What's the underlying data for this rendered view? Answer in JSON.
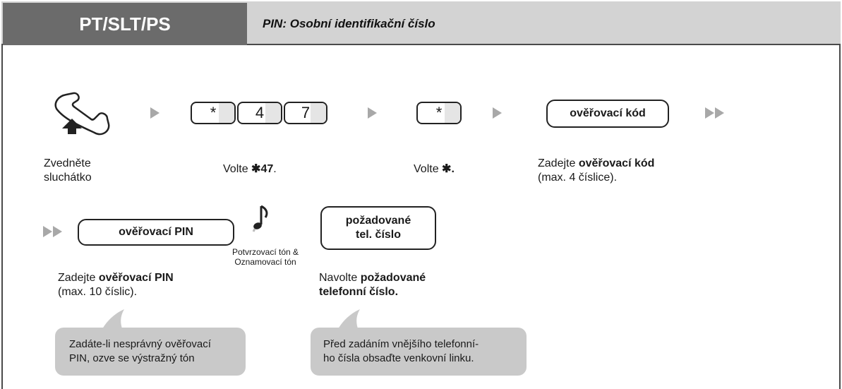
{
  "header": {
    "tab_label": "PT/SLT/PS",
    "subtitle": "PIN: Osobní identifikační číslo"
  },
  "step1": {
    "label": "Zvedněte\nsluchátko",
    "icon": "handset-offhook-icon"
  },
  "step2": {
    "keys": [
      "*",
      "4",
      "7"
    ],
    "label_prefix": "Volte ",
    "label_bold": "✱47",
    "label_suffix": "."
  },
  "step3": {
    "keys": [
      "*"
    ],
    "label_prefix": "Volte ",
    "label_bold": "✱",
    "label_suffix": "."
  },
  "step4": {
    "box": "ověřovací kód",
    "label_prefix": "Zadejte ",
    "label_bold": "ověřovací kód",
    "label_rest": "(max. 4 číslice)."
  },
  "step5": {
    "box": "ověřovací PIN",
    "label_prefix": "Zadejte ",
    "label_bold": "ověřovací PIN",
    "label_rest": "(max. 10 číslic)."
  },
  "tone": {
    "line1": "Potvrzovací tón &",
    "line2": "Oznamovací tón",
    "icon": "music-note-icon"
  },
  "step6": {
    "box_line1": "požadované",
    "box_line2": "tel. číslo",
    "label_prefix": "Navolte ",
    "label_bold1": "požadované",
    "label_bold2": "telefonní číslo."
  },
  "note1": {
    "line1": "Zadáte-li nesprávný ověřovací",
    "line2": "PIN, ozve se výstražný tón"
  },
  "note2": {
    "line1": "Před zadáním vnějšího telefonní-",
    "line2": "ho čísla obsaďte venkovní linku."
  },
  "colors": {
    "header_bg": "#d3d3d3",
    "tab_bg": "#6b6b6b",
    "arrow": "#a8a8a8",
    "bubble": "#c9c9c9"
  }
}
